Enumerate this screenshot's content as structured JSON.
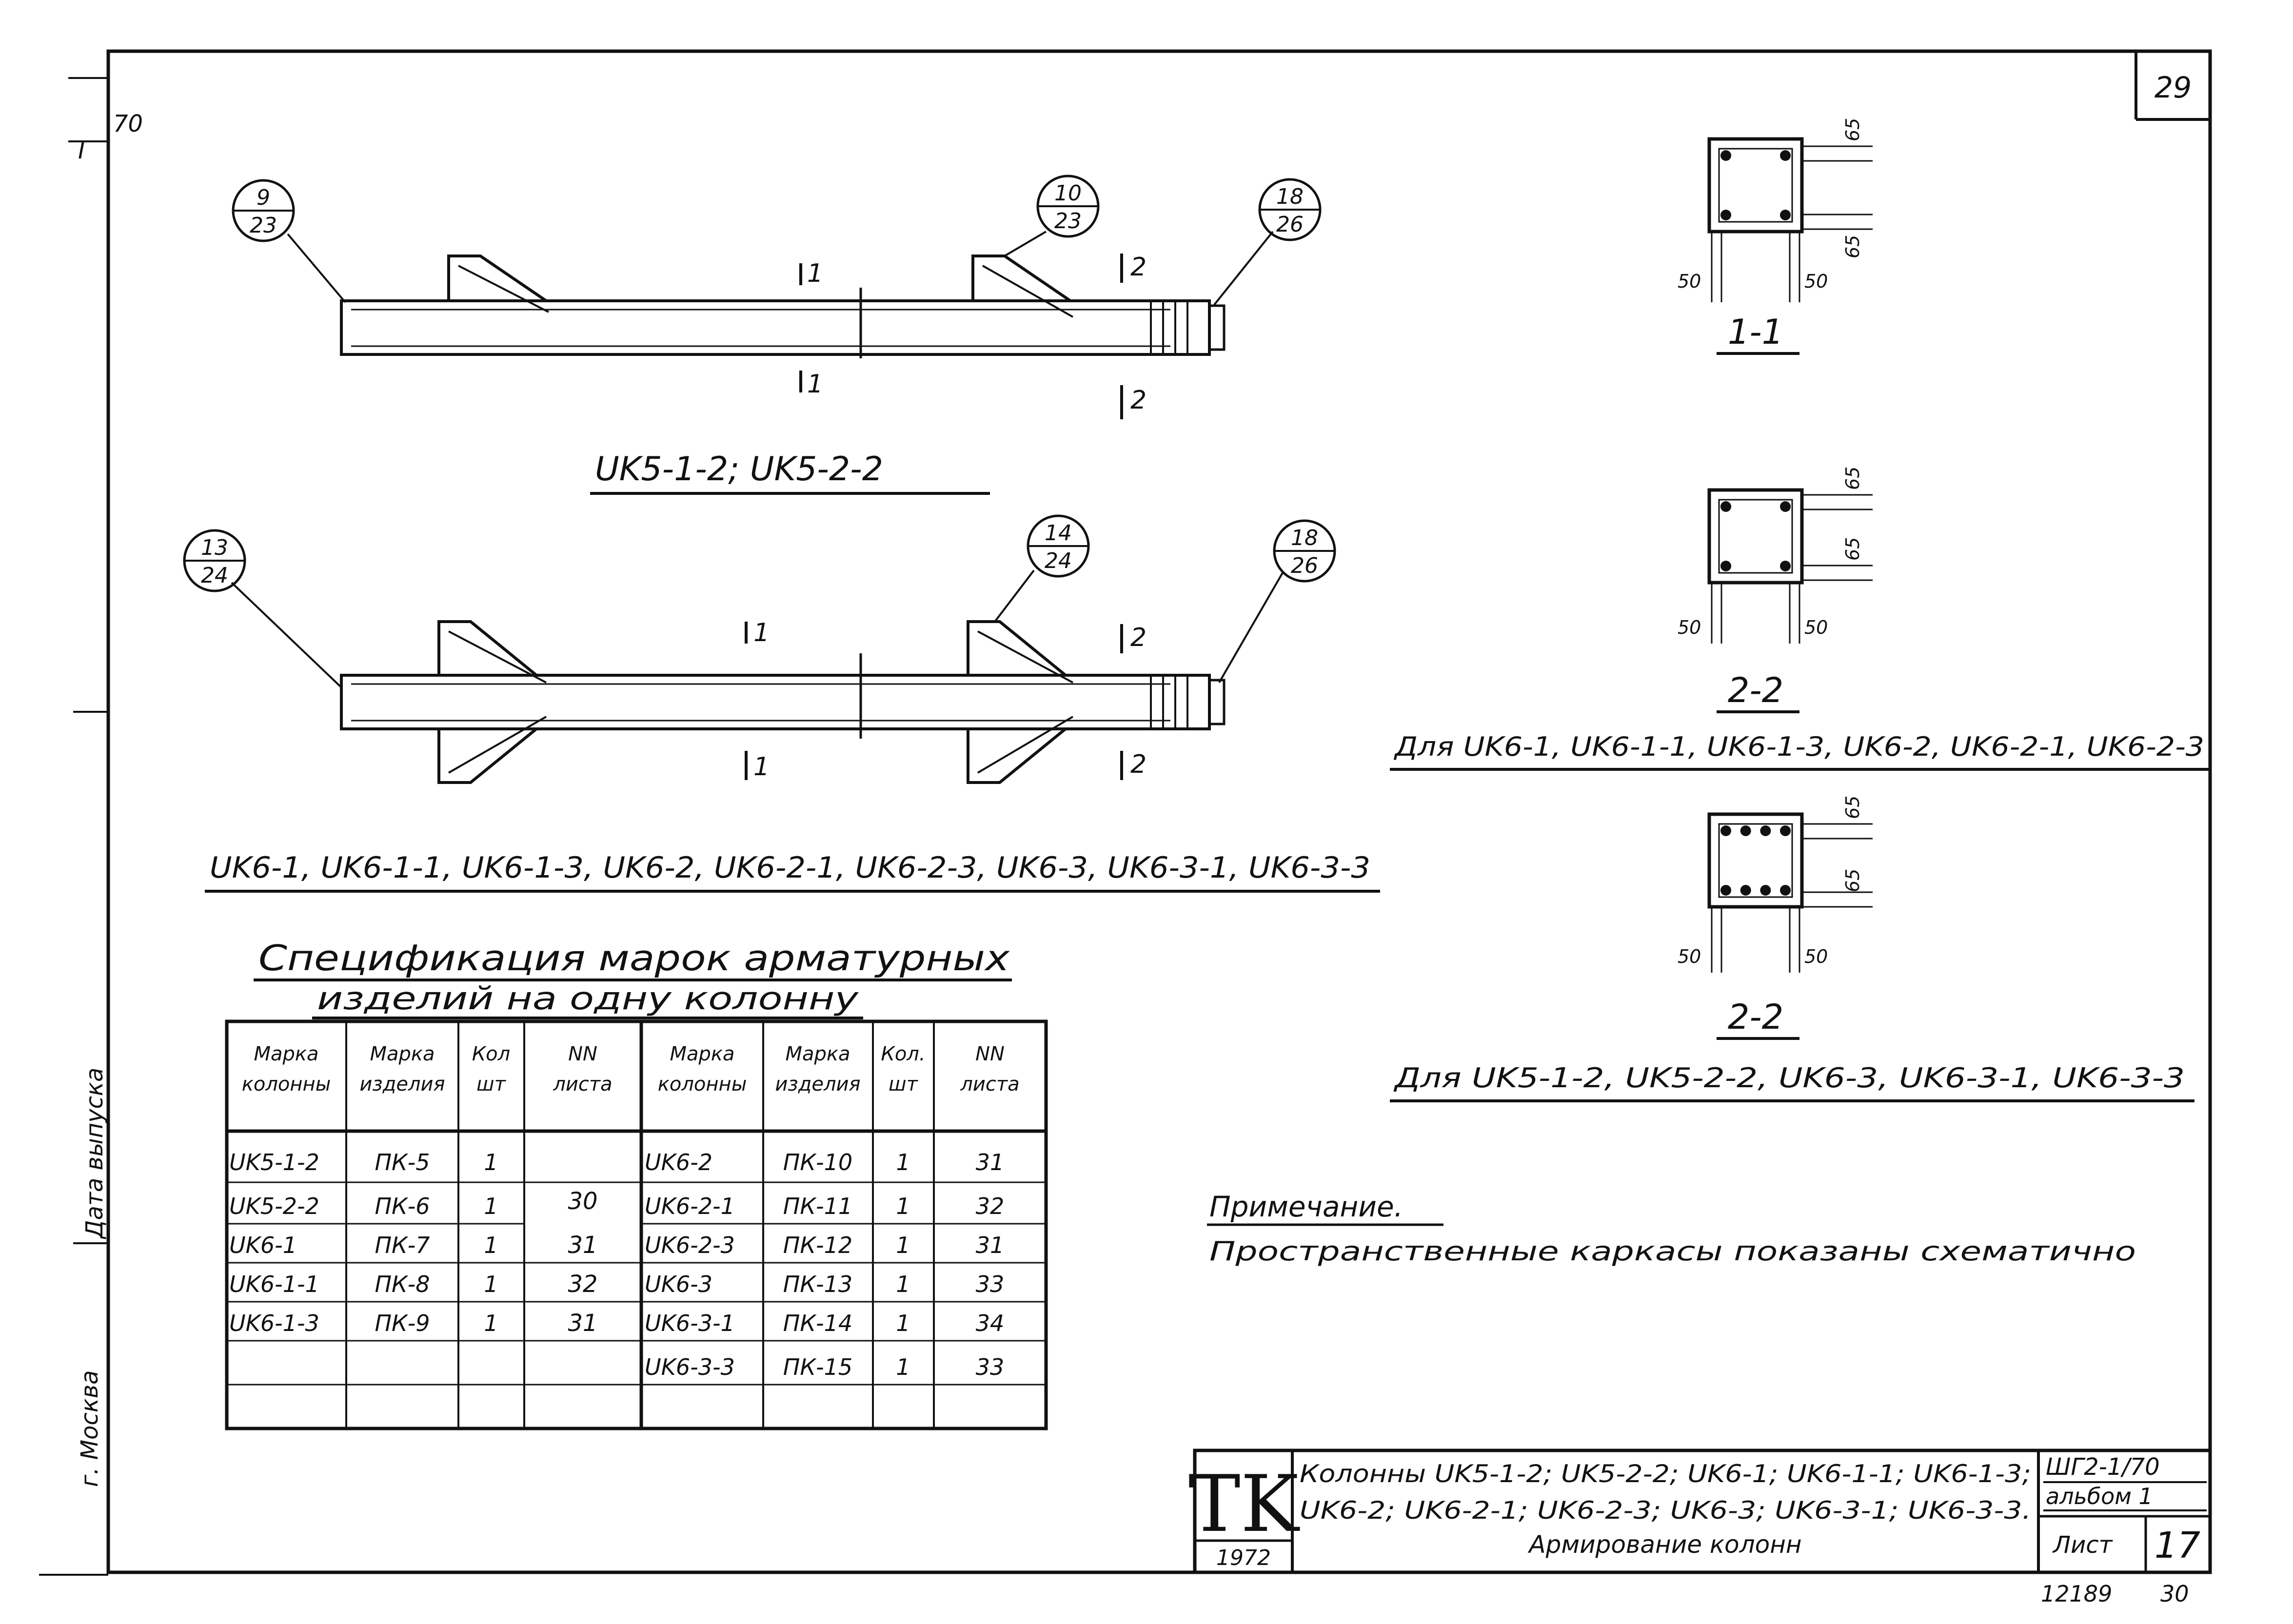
{
  "sheet": {
    "page_number": "29",
    "margin_codes": [
      "70",
      "I"
    ],
    "margin_labels": {
      "date": "Дата выпуска",
      "city": "г. Москва"
    }
  },
  "drawings": {
    "column_a": {
      "title": "UK5-1-2; UK5-2-2",
      "callouts": [
        {
          "top": "9",
          "bottom": "23"
        },
        {
          "top": "10",
          "bottom": "23"
        },
        {
          "top": "18",
          "bottom": "26"
        }
      ],
      "section_marks": [
        "1",
        "1",
        "2",
        "2"
      ]
    },
    "column_b": {
      "title": "UK6-1, UK6-1-1, UK6-1-3, UK6-2, UK6-2-1, UK6-2-3, UK6-3, UK6-3-1, UK6-3-3",
      "callouts": [
        {
          "top": "13",
          "bottom": "24"
        },
        {
          "top": "14",
          "bottom": "24"
        },
        {
          "top": "18",
          "bottom": "26"
        }
      ],
      "section_marks": [
        "1",
        "1",
        "2",
        "2"
      ]
    }
  },
  "sections": [
    {
      "label": "1-1",
      "caption": "",
      "dim_top": "65",
      "dim_bottom": "65",
      "dim_left": "50",
      "dim_right": "50",
      "bars_top": 2,
      "bars_bottom": 2
    },
    {
      "label": "2-2",
      "caption": "Для UK6-1, UK6-1-1, UK6-1-3, UK6-2, UK6-2-1, UK6-2-3",
      "dim_top": "65",
      "dim_bottom": "65",
      "dim_left": "50",
      "dim_right": "50",
      "bars_top": 2,
      "bars_bottom": 2
    },
    {
      "label": "2-2",
      "caption": "Для UK5-1-2, UK5-2-2, UK6-3, UK6-3-1, UK6-3-3",
      "dim_top": "65",
      "dim_bottom": "65",
      "dim_left": "50",
      "dim_right": "50",
      "bars_top": 4,
      "bars_bottom": 4
    }
  ],
  "spec": {
    "title_line1": "Спецификация марок арматурных",
    "title_line2": "изделий на одну колонну",
    "headers": [
      "Марка колонны",
      "Марка изделия",
      "Кол шт",
      "NN листа",
      "Марка колонны",
      "Марка изделия",
      "Кол. шт",
      "NN листа"
    ],
    "left_rows": [
      [
        "UK5-1-2",
        "ПК-5",
        "1"
      ],
      [
        "UK5-2-2",
        "ПК-6",
        "1"
      ],
      [
        "UK6-1",
        "ПК-7",
        "1"
      ],
      [
        "UK6-1-1",
        "ПК-8",
        "1"
      ],
      [
        "UK6-1-3",
        "ПК-9",
        "1"
      ]
    ],
    "left_sheet_numbers": [
      "30",
      "31",
      "32",
      "31"
    ],
    "right_rows": [
      [
        "UK6-2",
        "ПК-10",
        "1",
        "31"
      ],
      [
        "UK6-2-1",
        "ПК-11",
        "1",
        "32"
      ],
      [
        "UK6-2-3",
        "ПК-12",
        "1",
        "31"
      ],
      [
        "UK6-3",
        "ПК-13",
        "1",
        "33"
      ],
      [
        "UK6-3-1",
        "ПК-14",
        "1",
        "34"
      ],
      [
        "UK6-3-3",
        "ПК-15",
        "1",
        "33"
      ]
    ]
  },
  "note": {
    "title": "Примечание.",
    "text": "Пространственные каркасы показаны схематично"
  },
  "title_block": {
    "logo": "TK",
    "year": "1972",
    "line1": "Колонны UK5-1-2; UK5-2-2; UK6-1; UK6-1-1; UK6-1-3;",
    "line2": "UK6-2; UK6-2-1; UK6-2-3; UK6-3; UK6-3-1; UK6-3-3.",
    "line3": "Армирование колонн",
    "series": "ШГ2-1/70",
    "album": "альбом 1",
    "sheet_label": "Лист",
    "sheet_no": "17",
    "stamp": "12189",
    "stamp2": "30"
  },
  "colors": {
    "ink": "#111111",
    "paper": "#ffffff"
  }
}
